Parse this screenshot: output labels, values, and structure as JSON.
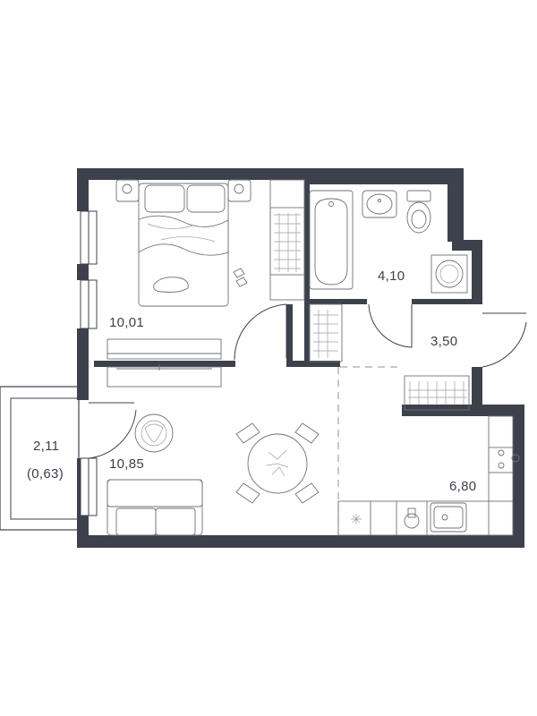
{
  "rooms": [
    {
      "id": "bedroom",
      "area": "10,01"
    },
    {
      "id": "bathroom",
      "area": "4,10"
    },
    {
      "id": "hallway",
      "area": "3,50"
    },
    {
      "id": "balcony",
      "area": "2,11"
    },
    {
      "id": "balcony-reduced",
      "area": "(0,63)"
    },
    {
      "id": "living-room",
      "area": "10,85"
    },
    {
      "id": "kitchen",
      "area": "6,80"
    }
  ],
  "colors": {
    "wall": "#3d414b",
    "furniture": "#6e727a",
    "background": "#ffffff"
  }
}
